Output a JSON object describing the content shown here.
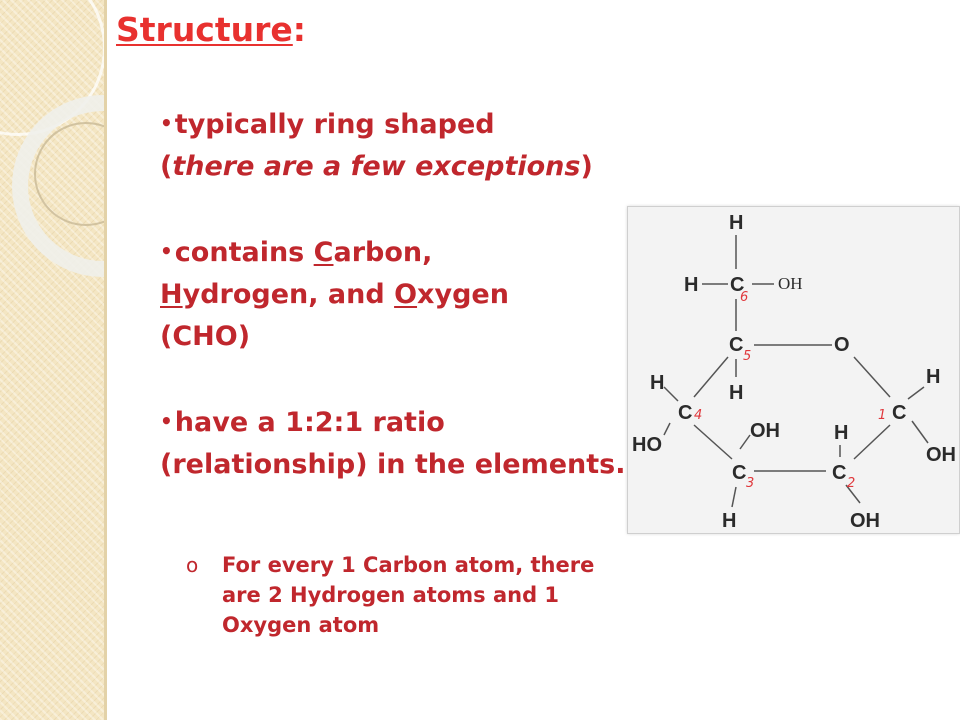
{
  "slide": {
    "title_word": "Structure",
    "title_colon": ":",
    "bullets": [
      {
        "line1": "typically ring shaped",
        "line2_open": "(",
        "line2_italic": "there are a few exceptions",
        "line2_close": ")"
      },
      {
        "prefix": "contains ",
        "c_letter": "C",
        "c_rest": "arbon,",
        "h_letter": "H",
        "h_rest": "ydrogen, and ",
        "o_letter": "O",
        "o_rest": "xygen",
        "abbrev": "(CHO)"
      },
      {
        "text": "have a 1:2:1 ratio (relationship) in the elements."
      }
    ],
    "sub_bullet": {
      "marker": "o",
      "text": "For every 1 Carbon atom, there are 2 Hydrogen atoms and 1 Oxygen atom"
    }
  },
  "diagram": {
    "atoms": {
      "h_top": "H",
      "h_left_c6": "H",
      "c6": "C",
      "c6_num": "6",
      "oh_c6": "OH",
      "c5": "C",
      "c5_num": "5",
      "o_ring": "O",
      "h_c5": "H",
      "h_c4": "H",
      "c4": "C",
      "c4_num": "4",
      "ho_c4": "HO",
      "oh_c3": "OH",
      "c3": "C",
      "c3_num": "3",
      "h_c3": "H",
      "h_c2": "H",
      "c2": "C",
      "c2_num": "2",
      "oh_c2": "OH",
      "c1_num": "1",
      "c1": "C",
      "h_c1": "H",
      "oh_c1": "OH"
    },
    "colors": {
      "text": "#2b2b2b",
      "number": "#e0383c",
      "bond": "#555555"
    }
  }
}
